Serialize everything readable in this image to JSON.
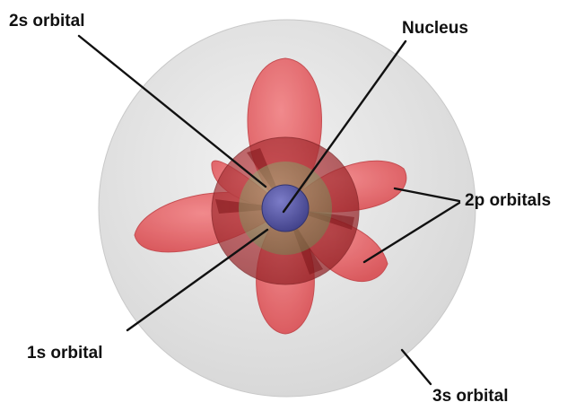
{
  "labels": {
    "s2": "2s orbital",
    "nucleus": "Nucleus",
    "p2": "2p orbitals",
    "s1": "1s orbital",
    "s3": "3s orbital"
  },
  "colors": {
    "s3_sphere": "#dcdcdc",
    "p_lobe": "#e8585c",
    "s2_sphere": "#b8282c",
    "s1_core": "#8ea56a",
    "nucleus": "#5a5aa6",
    "leader_line": "#111111"
  }
}
